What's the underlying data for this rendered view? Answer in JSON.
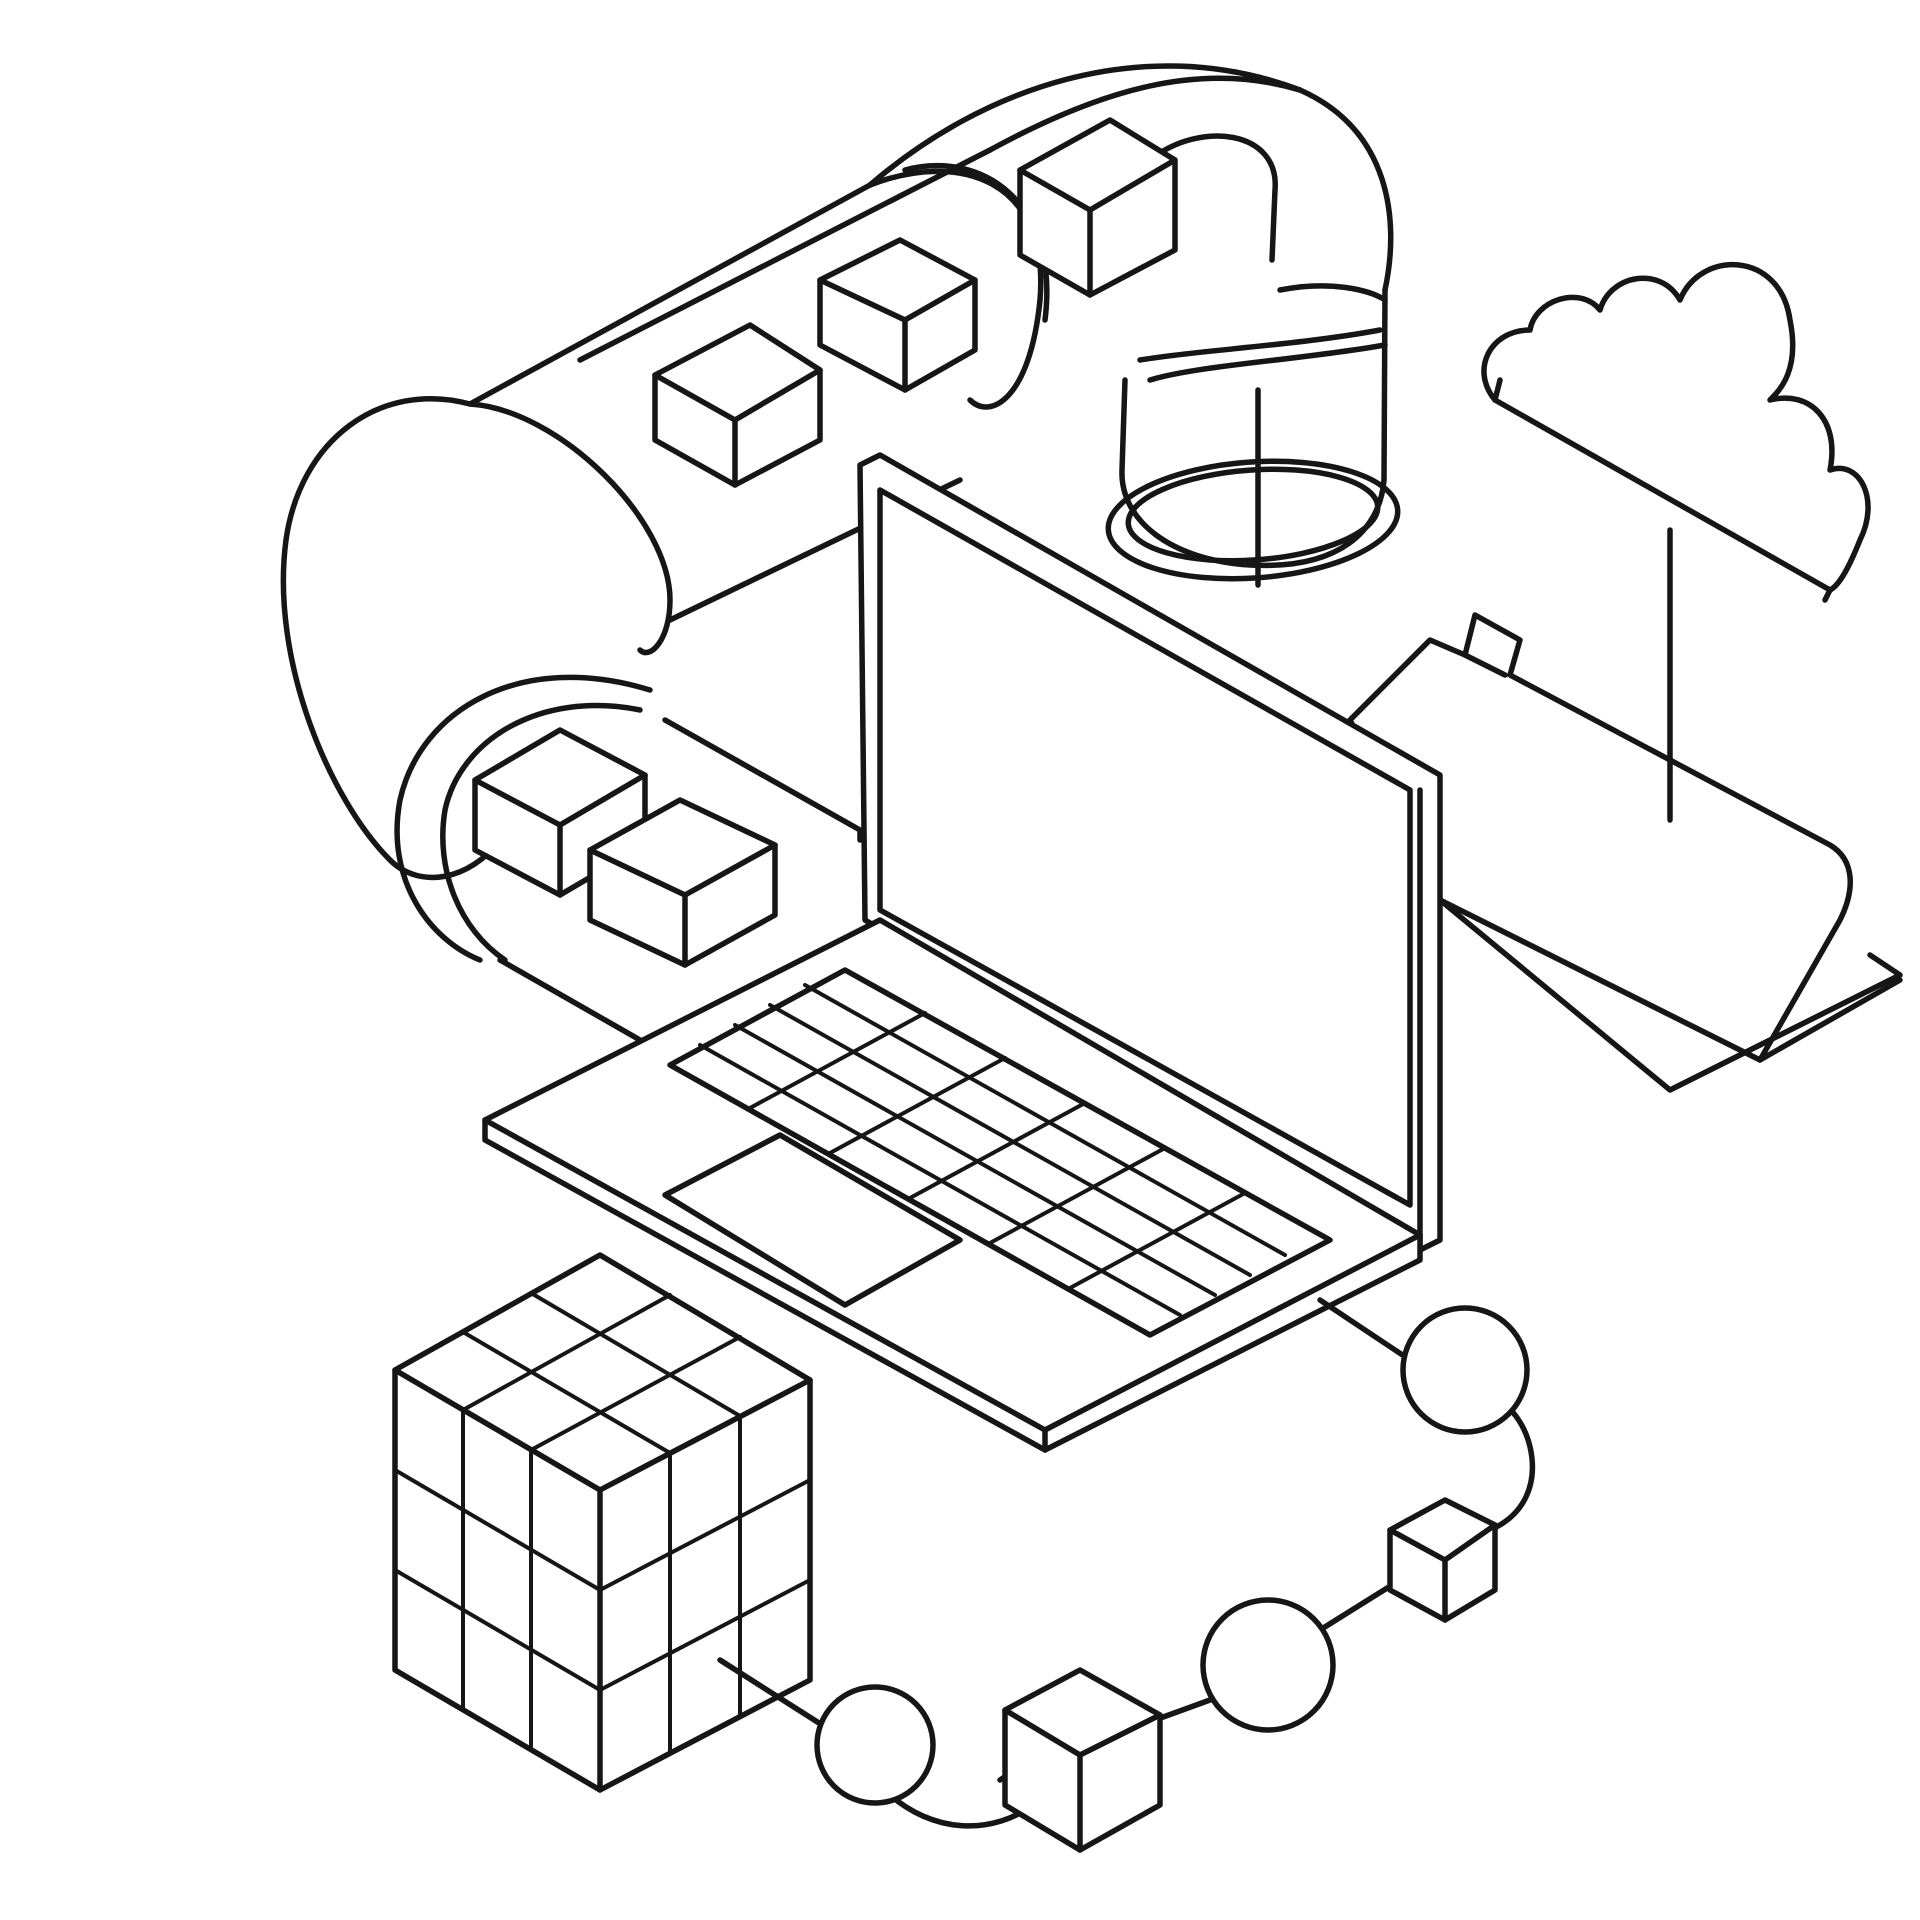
{
  "illustration": {
    "style": "monochrome-line-art",
    "ink_color": "#161616",
    "background_color": "#ffffff",
    "icons": [
      "conveyor-pipe-icon",
      "data-block-icon",
      "laptop-icon",
      "cloud-icon",
      "folder-icon",
      "cube-grid-icon",
      "network-node-icon"
    ],
    "counts": {
      "conveyor_blocks": 5,
      "laptop_keyboard_rows": 6,
      "cube_grid_per_face": 3,
      "chain_circle_nodes": 3,
      "chain_block_nodes": 2
    }
  }
}
